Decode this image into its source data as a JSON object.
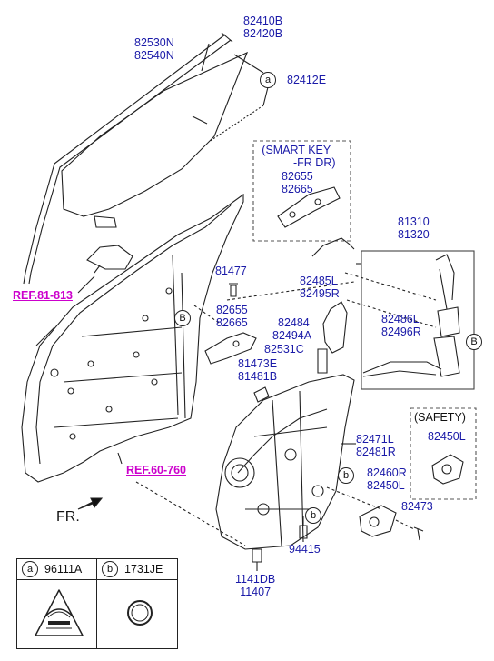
{
  "labels": {
    "glass_run": [
      "82530N",
      "82540N"
    ],
    "glass": [
      "82410B",
      "82420B"
    ],
    "glass_callout": "82412E",
    "smart_key_title": [
      "(SMART KEY",
      "-FR DR)"
    ],
    "smart_key_handle": [
      "82655",
      "82665"
    ],
    "module": [
      "81310",
      "81320"
    ],
    "bolt_81477": "81477",
    "cable_82485": [
      "82485L",
      "82495R"
    ],
    "outside_handle": [
      "82655",
      "82665"
    ],
    "rod_82484": [
      "82484",
      "82494A"
    ],
    "part_82531": "82531C",
    "rod_81473": [
      "81473E",
      "81481B"
    ],
    "rod_82486": [
      "82486L",
      "82496R"
    ],
    "regulator": [
      "82471L",
      "82481R"
    ],
    "safety_title": "(SAFETY)",
    "safety_motor": "82450L",
    "motor": [
      "82460R",
      "82450L"
    ],
    "screw_82473": "82473",
    "bolt_94415": "94415",
    "bolt_1141": [
      "1141DB",
      "11407"
    ],
    "ref_top": "REF.81-813",
    "ref_bottom": "REF.60-760",
    "front": "FR."
  },
  "callouts": {
    "a": "a",
    "b": "b",
    "B": "B"
  },
  "legend": [
    {
      "key": "a",
      "code": "96111A"
    },
    {
      "key": "b",
      "code": "1731JE"
    }
  ],
  "colors": {
    "label": "#1a1aa8",
    "ref": "#cc00cc",
    "line": "#222222"
  }
}
